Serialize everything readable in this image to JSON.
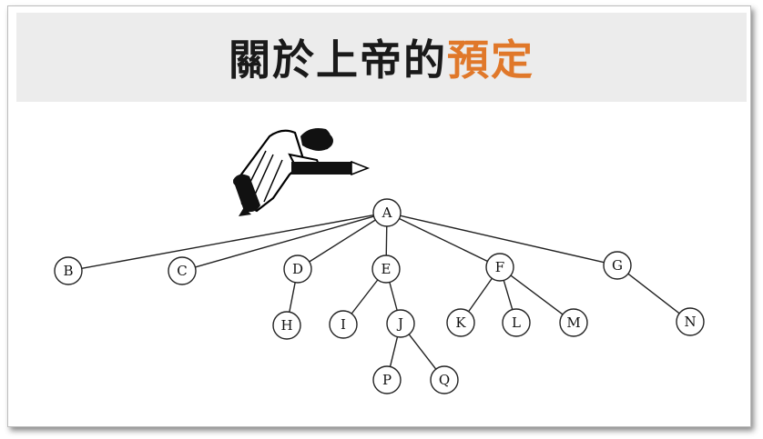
{
  "title": {
    "main": "關於上帝的",
    "accent": "預定"
  },
  "colors": {
    "accent": "#e0782a",
    "title_bar": "#ececec",
    "text": "#1a1a1a"
  },
  "illustration": {
    "name": "scribe-with-pen-icon"
  },
  "tree": {
    "root": "A",
    "nodes": [
      "A",
      "B",
      "C",
      "D",
      "E",
      "F",
      "G",
      "H",
      "I",
      "J",
      "K",
      "L",
      "M",
      "N",
      "P",
      "Q"
    ],
    "edges": [
      [
        "A",
        "B"
      ],
      [
        "A",
        "C"
      ],
      [
        "A",
        "D"
      ],
      [
        "A",
        "E"
      ],
      [
        "A",
        "F"
      ],
      [
        "A",
        "G"
      ],
      [
        "D",
        "H"
      ],
      [
        "E",
        "I"
      ],
      [
        "E",
        "J"
      ],
      [
        "J",
        "P"
      ],
      [
        "J",
        "Q"
      ],
      [
        "F",
        "K"
      ],
      [
        "F",
        "L"
      ],
      [
        "F",
        "M"
      ],
      [
        "G",
        "N"
      ]
    ]
  }
}
